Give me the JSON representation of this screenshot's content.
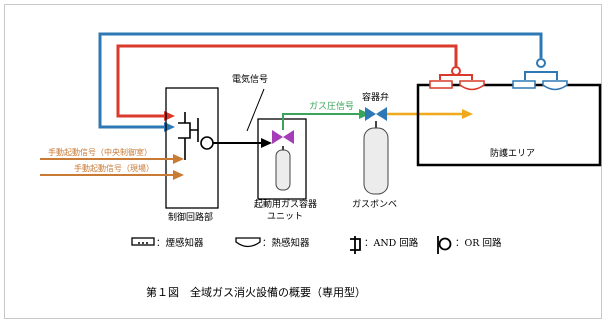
{
  "labels": {
    "electric_signal": "電気信号",
    "gas_pressure_signal": "ガス圧信号",
    "container_valve": "容器弁",
    "protected_area": "防護エリア",
    "manual_signal_central": "手動起動信号（中央制御室）",
    "manual_signal_local": "手動起動信号（現場）",
    "control_circuit": "制御回路部",
    "starter_gas_unit_line1": "起動用ガス容器",
    "starter_gas_unit_line2": "ユニット",
    "gas_cylinder": "ガスボンベ"
  },
  "legend": {
    "smoke_detector": "：煙感知器",
    "heat_detector": "：熱感知器",
    "and_circuit": "：AND 回路",
    "or_circuit": "：OR 回路"
  },
  "caption": "第１図　全域ガス消火設備の概要（専用型）",
  "colors": {
    "red_line": "#d93a2b",
    "blue_line": "#2f78b6",
    "manual_line": "#c97a35",
    "gas_line": "#3aa55a",
    "discharge_line": "#f0a81c",
    "valve": "#a63db8",
    "outline": "#000000"
  }
}
